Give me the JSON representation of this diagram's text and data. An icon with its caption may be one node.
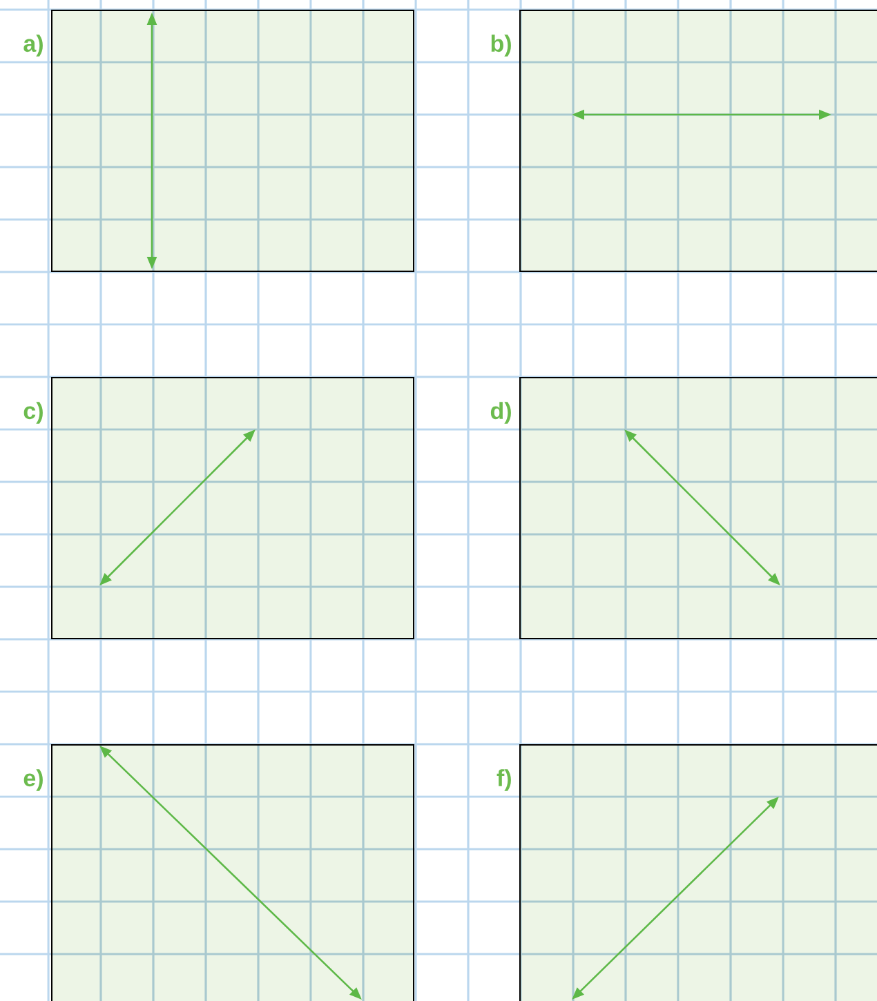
{
  "diagram": {
    "nodes": [
      {
        "text": [
          "a)"
        ]
      },
      {
        "text": [
          "b)"
        ]
      },
      {
        "text": [
          "c)"
        ]
      },
      {
        "text": [
          "d)"
        ]
      },
      {
        "text": [
          "e)"
        ]
      },
      {
        "text": [
          "f)"
        ]
      }
    ]
  }
}
